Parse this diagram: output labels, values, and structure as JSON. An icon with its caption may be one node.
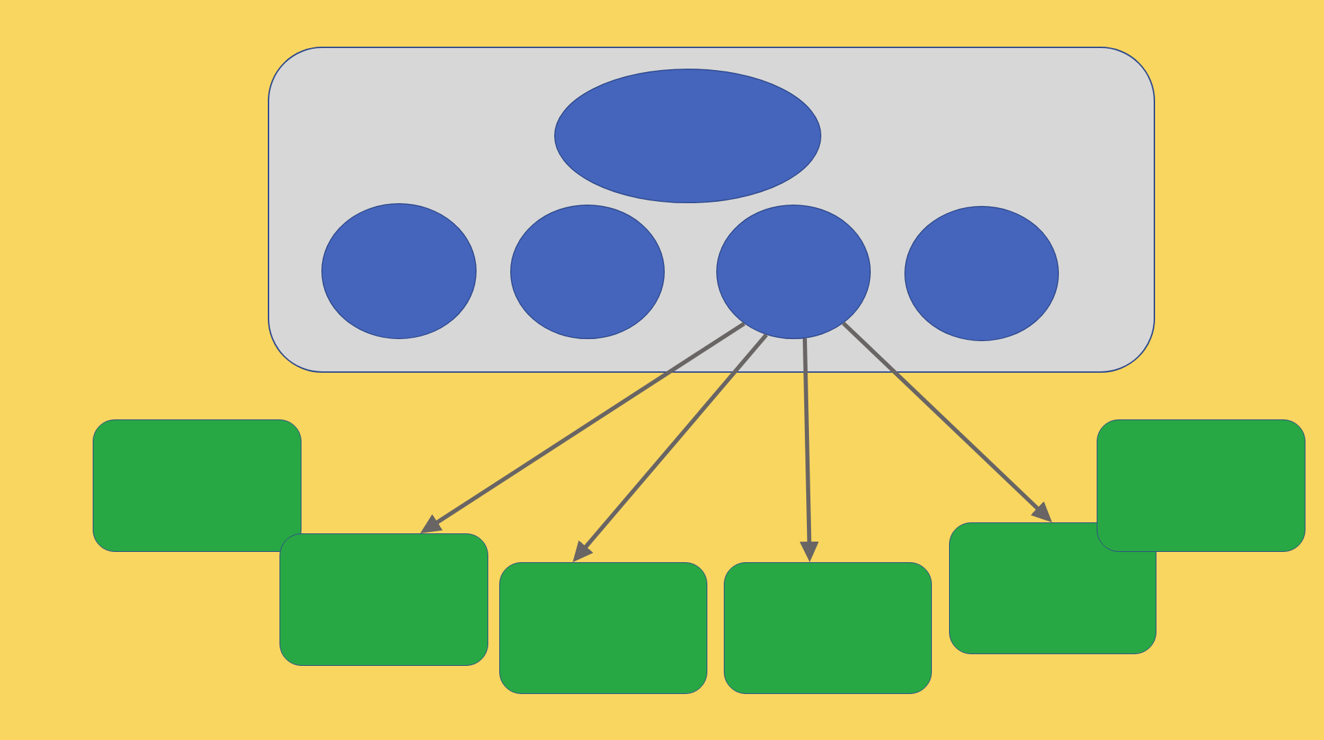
{
  "diagram": {
    "nodes": [
      {
        "text": [],
        "shape": "box"
      },
      {
        "text": [],
        "shape": "ellipse",
        "in": 0
      },
      {
        "text": [],
        "shape": "ellipse",
        "in": 0
      },
      {
        "text": [],
        "shape": "ellipse",
        "in": 0
      },
      {
        "text": [],
        "shape": "ellipse",
        "in": 0
      },
      {
        "text": [],
        "shape": "ellipse",
        "in": 0
      },
      {
        "text": [],
        "shape": "box"
      },
      {
        "text": [],
        "shape": "box"
      },
      {
        "text": [],
        "shape": "box"
      },
      {
        "text": [],
        "shape": "box"
      },
      {
        "text": [],
        "shape": "box"
      },
      {
        "text": [],
        "shape": "box"
      }
    ],
    "edges": [
      {
        "from": 4,
        "to": 7,
        "arrow": "to"
      },
      {
        "from": 4,
        "to": 8,
        "arrow": "to"
      },
      {
        "from": 4,
        "to": 9,
        "arrow": "to"
      },
      {
        "from": 4,
        "to": 10,
        "arrow": "to"
      }
    ]
  }
}
